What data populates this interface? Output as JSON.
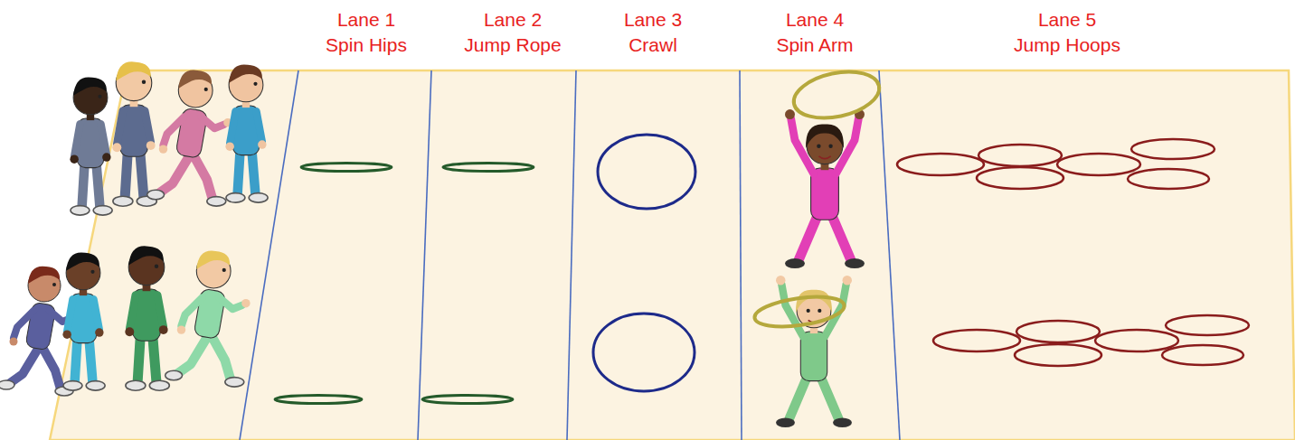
{
  "diagram": {
    "labels": [
      "Lane 1",
      "Spin Hips",
      "Lane 2",
      "Jump Rope",
      "Lane 3",
      "Crawl",
      "Lane 4",
      "Spin Arm",
      "Lane 5",
      "Jump Hoops"
    ]
  }
}
